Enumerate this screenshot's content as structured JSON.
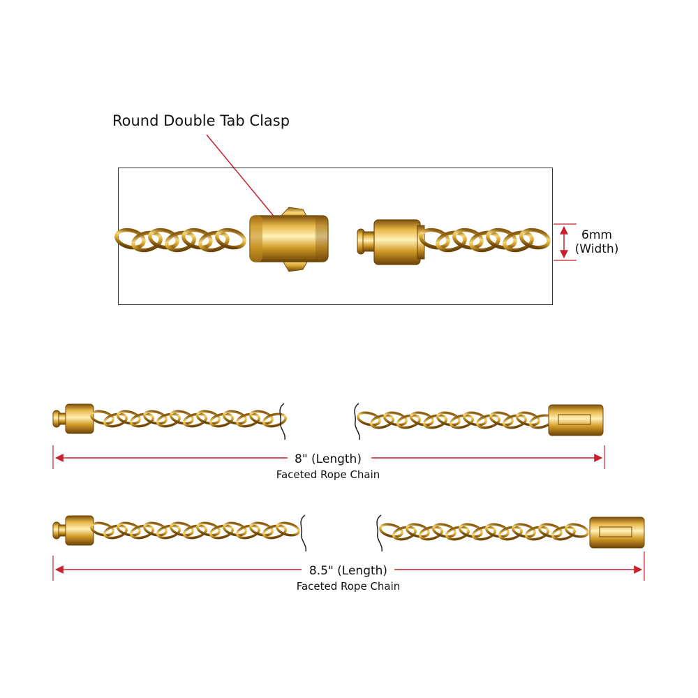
{
  "colors": {
    "background": "#ffffff",
    "dimension_line": "#c8202f",
    "gold_light": "#f6d77a",
    "gold_mid": "#d9a630",
    "gold_dark": "#8a5c0f",
    "frame": "#333333",
    "text": "#111111"
  },
  "callout": {
    "label": "Round Double Tab Clasp"
  },
  "detail": {
    "width_value": "6mm",
    "width_label": "(Width)"
  },
  "chains": [
    {
      "length_label": "8\" (Length)",
      "subtitle": "Faceted Rope Chain"
    },
    {
      "length_label": "8.5\" (Length)",
      "subtitle": "Faceted Rope Chain"
    }
  ],
  "icons": {
    "clasp": "double-tab-box-clasp",
    "connector": "clasp-tongue-connector",
    "break": "wavy-break-line"
  }
}
